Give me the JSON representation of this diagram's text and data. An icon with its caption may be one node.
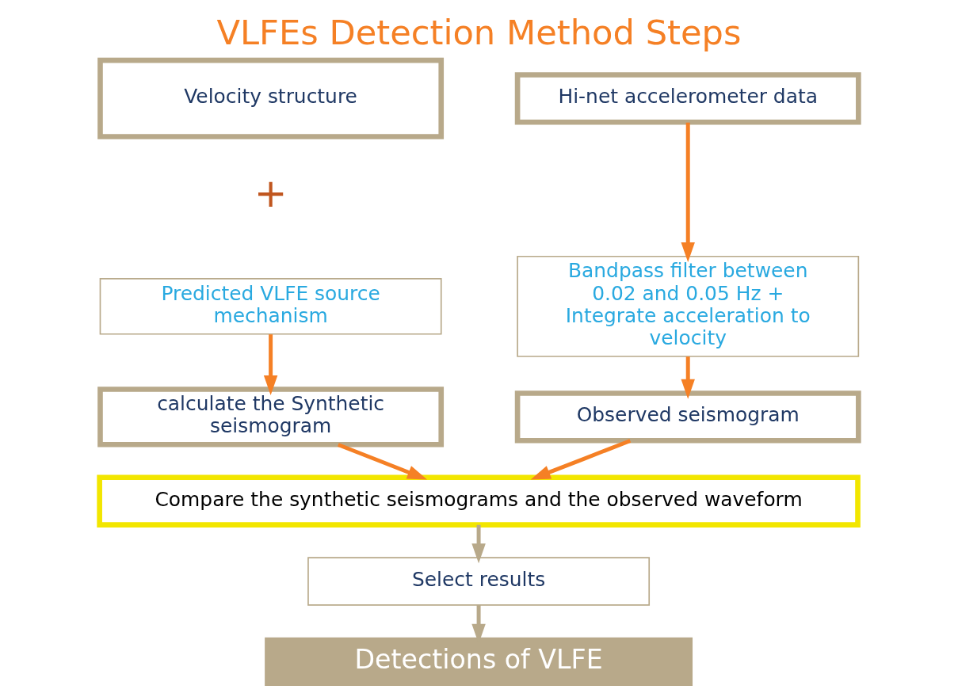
{
  "diagram": {
    "title": "VLFEs Detection Method Steps",
    "nodes": [
      {
        "text": [
          "Velocity structure"
        ]
      },
      {
        "text": [
          "Hi-net accelerometer data"
        ]
      },
      {
        "text": [
          "Predicted VLFE source mechanism"
        ]
      },
      {
        "text": [
          "Bandpass filter between 0.02 and 0.05 Hz + Integrate acceleration to velocity"
        ]
      },
      {
        "text": [
          "calculate the Synthetic seismogram"
        ]
      },
      {
        "text": [
          "Observed seismogram"
        ]
      },
      {
        "text": [
          "Compare the synthetic seismograms and the observed waveform"
        ]
      },
      {
        "text": [
          "Select results"
        ]
      },
      {
        "text": [
          "Detections of VLFE"
        ]
      }
    ],
    "edges": [
      {
        "from": 1,
        "to": 3,
        "arrow": "to"
      },
      {
        "from": 2,
        "to": 4,
        "arrow": "to"
      },
      {
        "from": 3,
        "to": 5,
        "arrow": "to"
      },
      {
        "from": 4,
        "to": 6,
        "arrow": "to"
      },
      {
        "from": 5,
        "to": 6,
        "arrow": "to"
      },
      {
        "from": 6,
        "to": 7,
        "arrow": "to",
        "color": "#b8a98a"
      },
      {
        "from": 7,
        "to": 8,
        "arrow": "to",
        "color": "#b8a98a"
      }
    ],
    "labels": [
      "+"
    ]
  }
}
